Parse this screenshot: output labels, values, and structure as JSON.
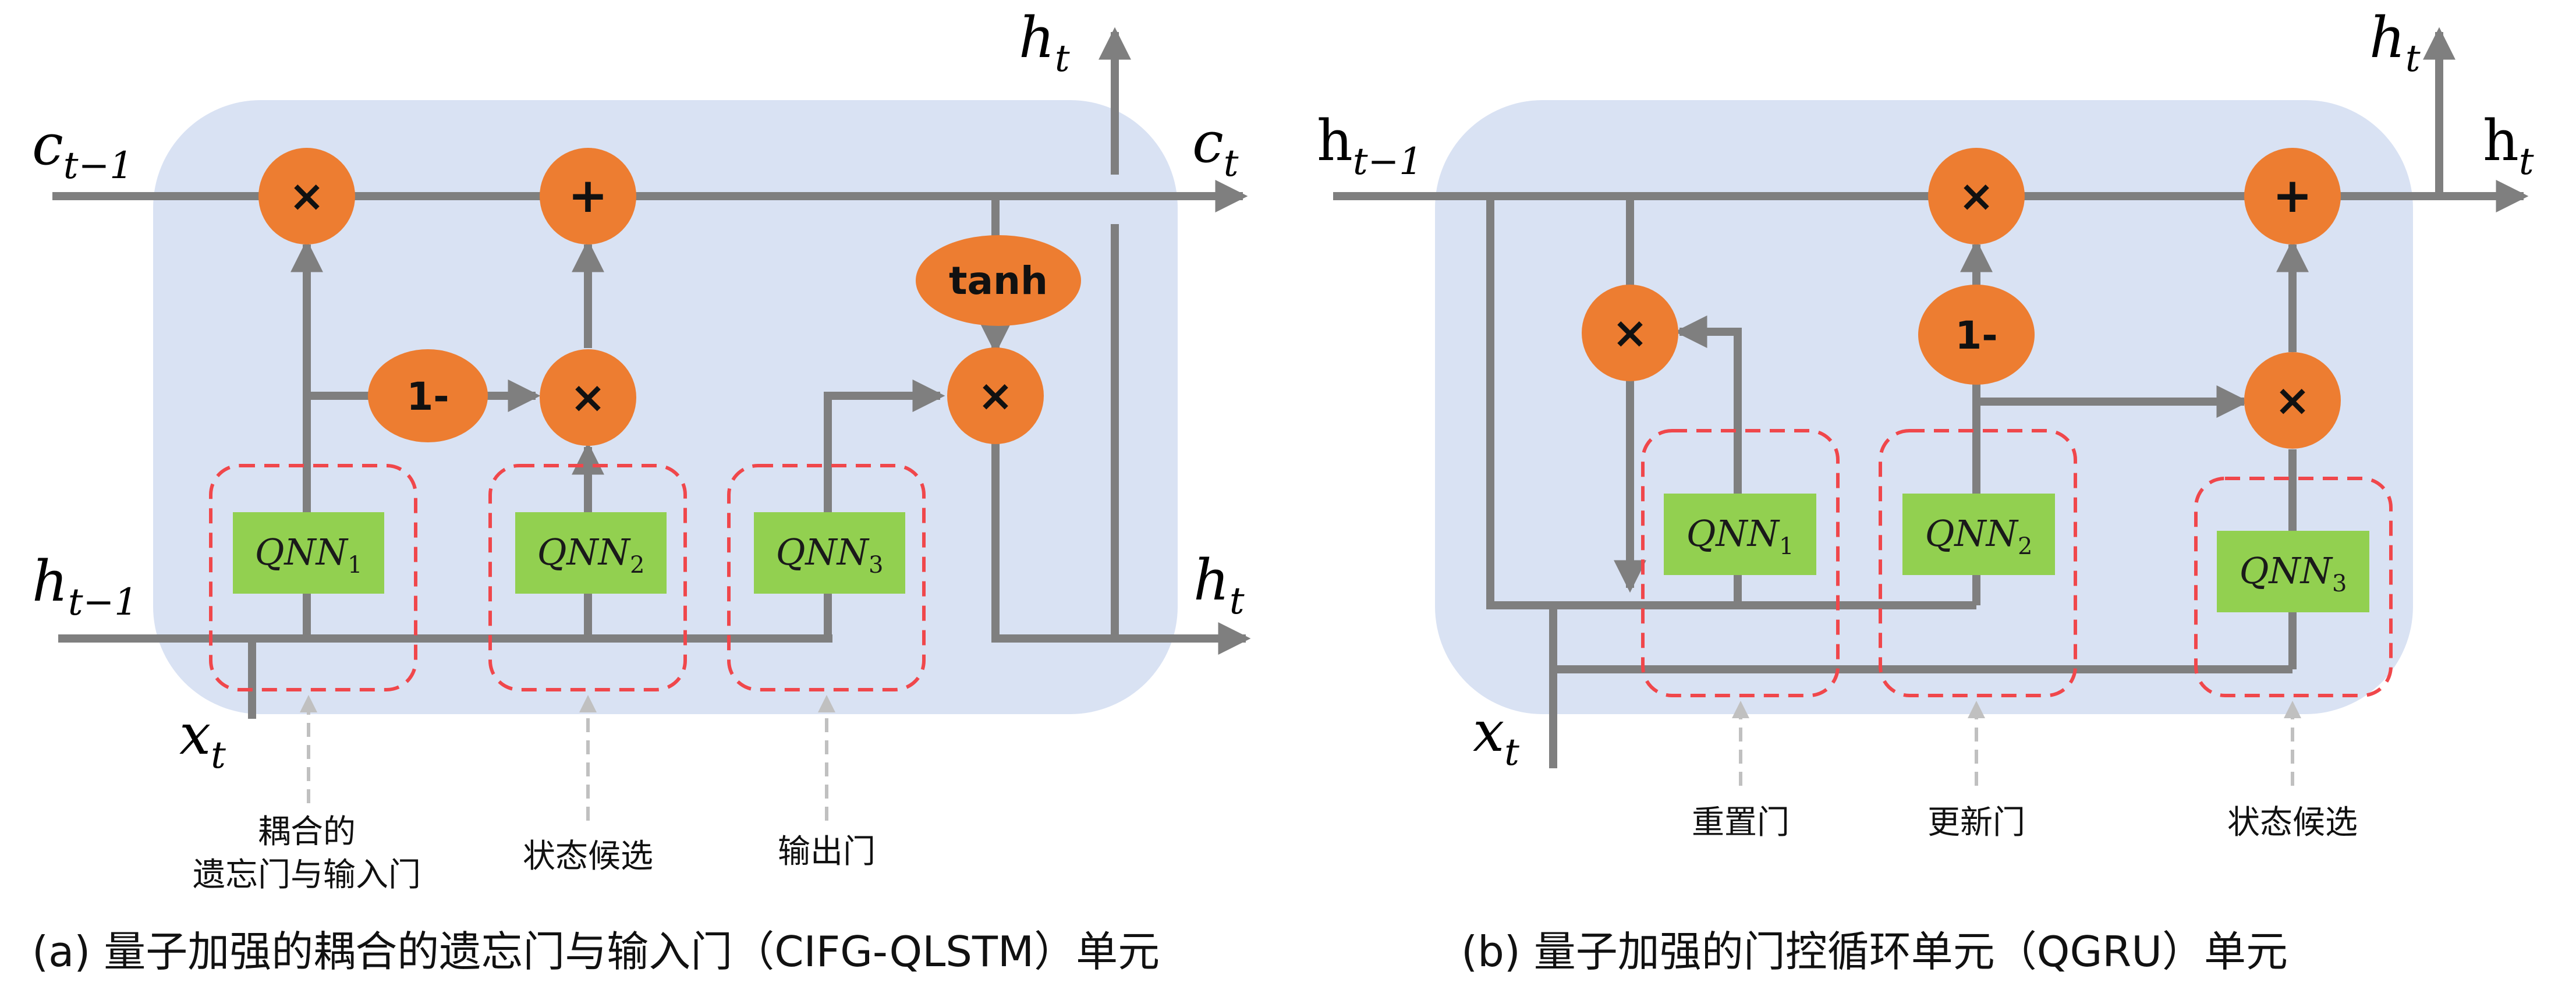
{
  "colors": {
    "cell_bg": "#d9e2f3",
    "wire": "#7f7f7f",
    "op_node": "#ed7d31",
    "qnn_box": "#92d050",
    "gate_dash": "#f0474b",
    "annotation_dash": "#c0c0c0"
  },
  "panel_a": {
    "labels": {
      "c_prev": "c",
      "c_prev_sub": "t−1",
      "c_out": "c",
      "c_out_sub": "t",
      "h_top": "h",
      "h_top_sub": "t",
      "h_prev": "h",
      "h_prev_sub": "t−1",
      "h_out": "h",
      "h_out_sub": "t",
      "x": "x",
      "x_sub": "t"
    },
    "ops": {
      "mul1": "×",
      "plus": "+",
      "one_minus": "1-",
      "mul2": "×",
      "tanh": "tanh",
      "mul3": "×"
    },
    "qnn": [
      {
        "base": "QNN",
        "sub": "1"
      },
      {
        "base": "QNN",
        "sub": "2"
      },
      {
        "base": "QNN",
        "sub": "3"
      }
    ],
    "annotations": {
      "gate1_line1": "耦合的",
      "gate1_line2": "遗忘门与输入门",
      "gate2": "状态候选",
      "gate3": "输出门"
    },
    "caption": "(a) 量子加强的耦合的遗忘门与输入门（CIFG-QLSTM）单元"
  },
  "panel_b": {
    "labels": {
      "h_prev": "h",
      "h_prev_sub": "t−1",
      "h_out": "h",
      "h_out_sub": "t",
      "h_top": "h",
      "h_top_sub": "t",
      "x": "x",
      "x_sub": "t"
    },
    "ops": {
      "mul_reset": "×",
      "mul_top": "×",
      "one_minus": "1-",
      "plus": "+",
      "mul_cand": "×"
    },
    "qnn": [
      {
        "base": "QNN",
        "sub": "1"
      },
      {
        "base": "QNN",
        "sub": "2"
      },
      {
        "base": "QNN",
        "sub": "3"
      }
    ],
    "annotations": {
      "gate1": "重置门",
      "gate2": "更新门",
      "gate3": "状态候选"
    },
    "caption": "(b) 量子加强的门控循环单元（QGRU）单元"
  }
}
